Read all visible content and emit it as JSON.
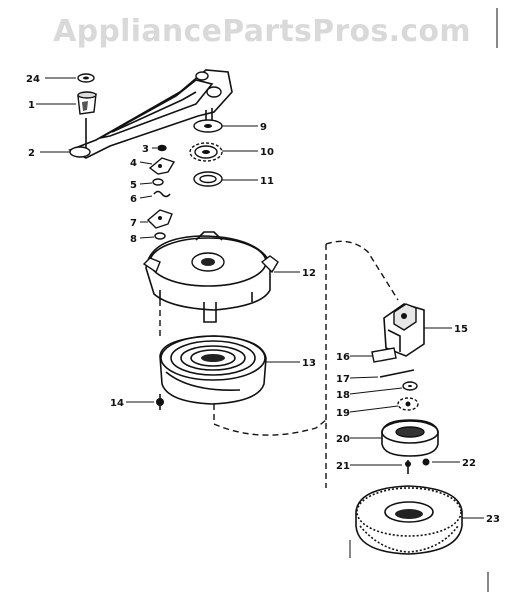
{
  "watermark": "AppliancePartsPros.com",
  "callouts": [
    "24",
    "1",
    "2",
    "3",
    "4",
    "5",
    "6",
    "7",
    "8",
    "9",
    "10",
    "11",
    "12",
    "13",
    "14",
    "15",
    "16",
    "17",
    "18",
    "19",
    "20",
    "21",
    "22",
    "23"
  ]
}
